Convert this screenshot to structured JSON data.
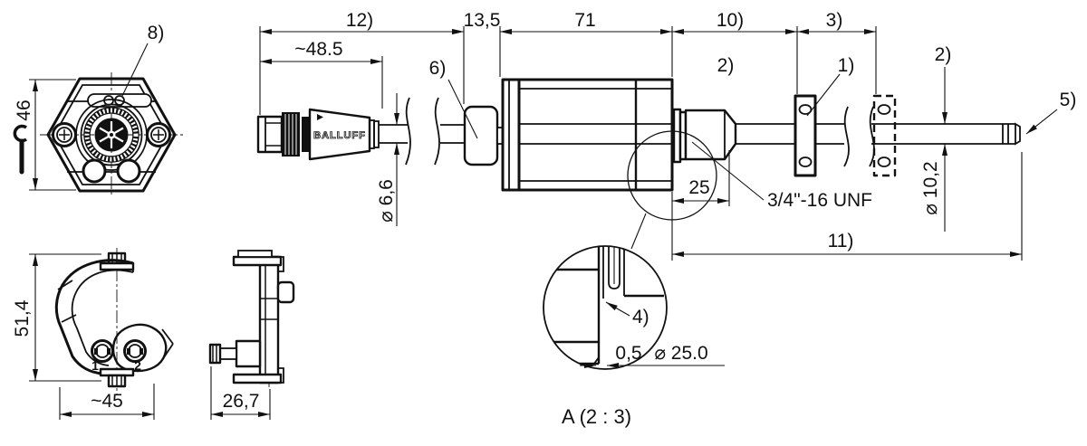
{
  "flange": {
    "callout_8": "8)",
    "dim_46": "46"
  },
  "main": {
    "dim_12": "12)",
    "dim_cable_len": "~48.5",
    "dim_13_5": "13,5",
    "dim_71": "71",
    "dim_10": "10)",
    "dim_3": "3)",
    "callout_6": "6)",
    "callout_2_thread": "2)",
    "callout_1": "1)",
    "callout_2_rod": "2)",
    "callout_5": "5)",
    "dim_cable_dia": "⌀ 6,6",
    "dim_25": "25",
    "thread_spec": "3/4\"-16 UNF",
    "dim_rod_dia": "⌀ 10,2",
    "dim_11": "11)",
    "brand": "BALLUFF"
  },
  "clamp_front": {
    "dim_height": "51,4",
    "dim_width": "~45",
    "screw_1": "1",
    "screw_2": "2"
  },
  "clamp_side": {
    "dim_width": "26,7"
  },
  "detail_a": {
    "callout_4": "4)",
    "dim_chamfer": "0,5",
    "dim_dia": "⌀ 25.0",
    "caption": "A  (2 : 3)"
  }
}
